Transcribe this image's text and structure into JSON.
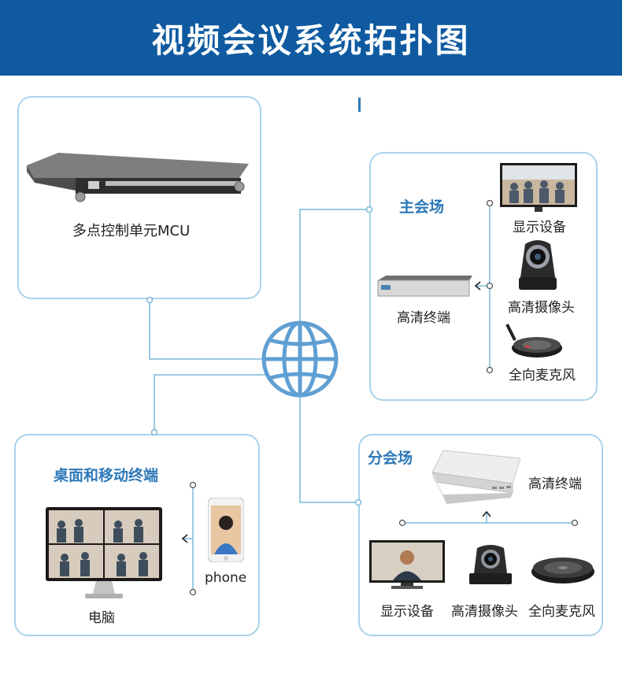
{
  "header": {
    "title": "视频会议系统拓扑图"
  },
  "mcu": {
    "label": "多点控制单元MCU"
  },
  "main_venue": {
    "title": "主会场",
    "terminal_label": "高清终端",
    "display_label": "显示设备",
    "camera_label": "高清摄像头",
    "mic_label": "全向麦克风"
  },
  "branch_venue": {
    "title": "分会场",
    "terminal_label": "高清终端",
    "display_label": "显示设备",
    "camera_label": "高清摄像头",
    "mic_label": "全向麦克风"
  },
  "desktop": {
    "title": "桌面和移动终端",
    "computer_label": "电脑",
    "phone_label": "phone"
  },
  "colors": {
    "header": "#0f5aa0",
    "card_border": "#a9d2ea",
    "line": "#7cb8da",
    "title_blue": "#2e79b8",
    "globe": "#5f9fd3"
  }
}
